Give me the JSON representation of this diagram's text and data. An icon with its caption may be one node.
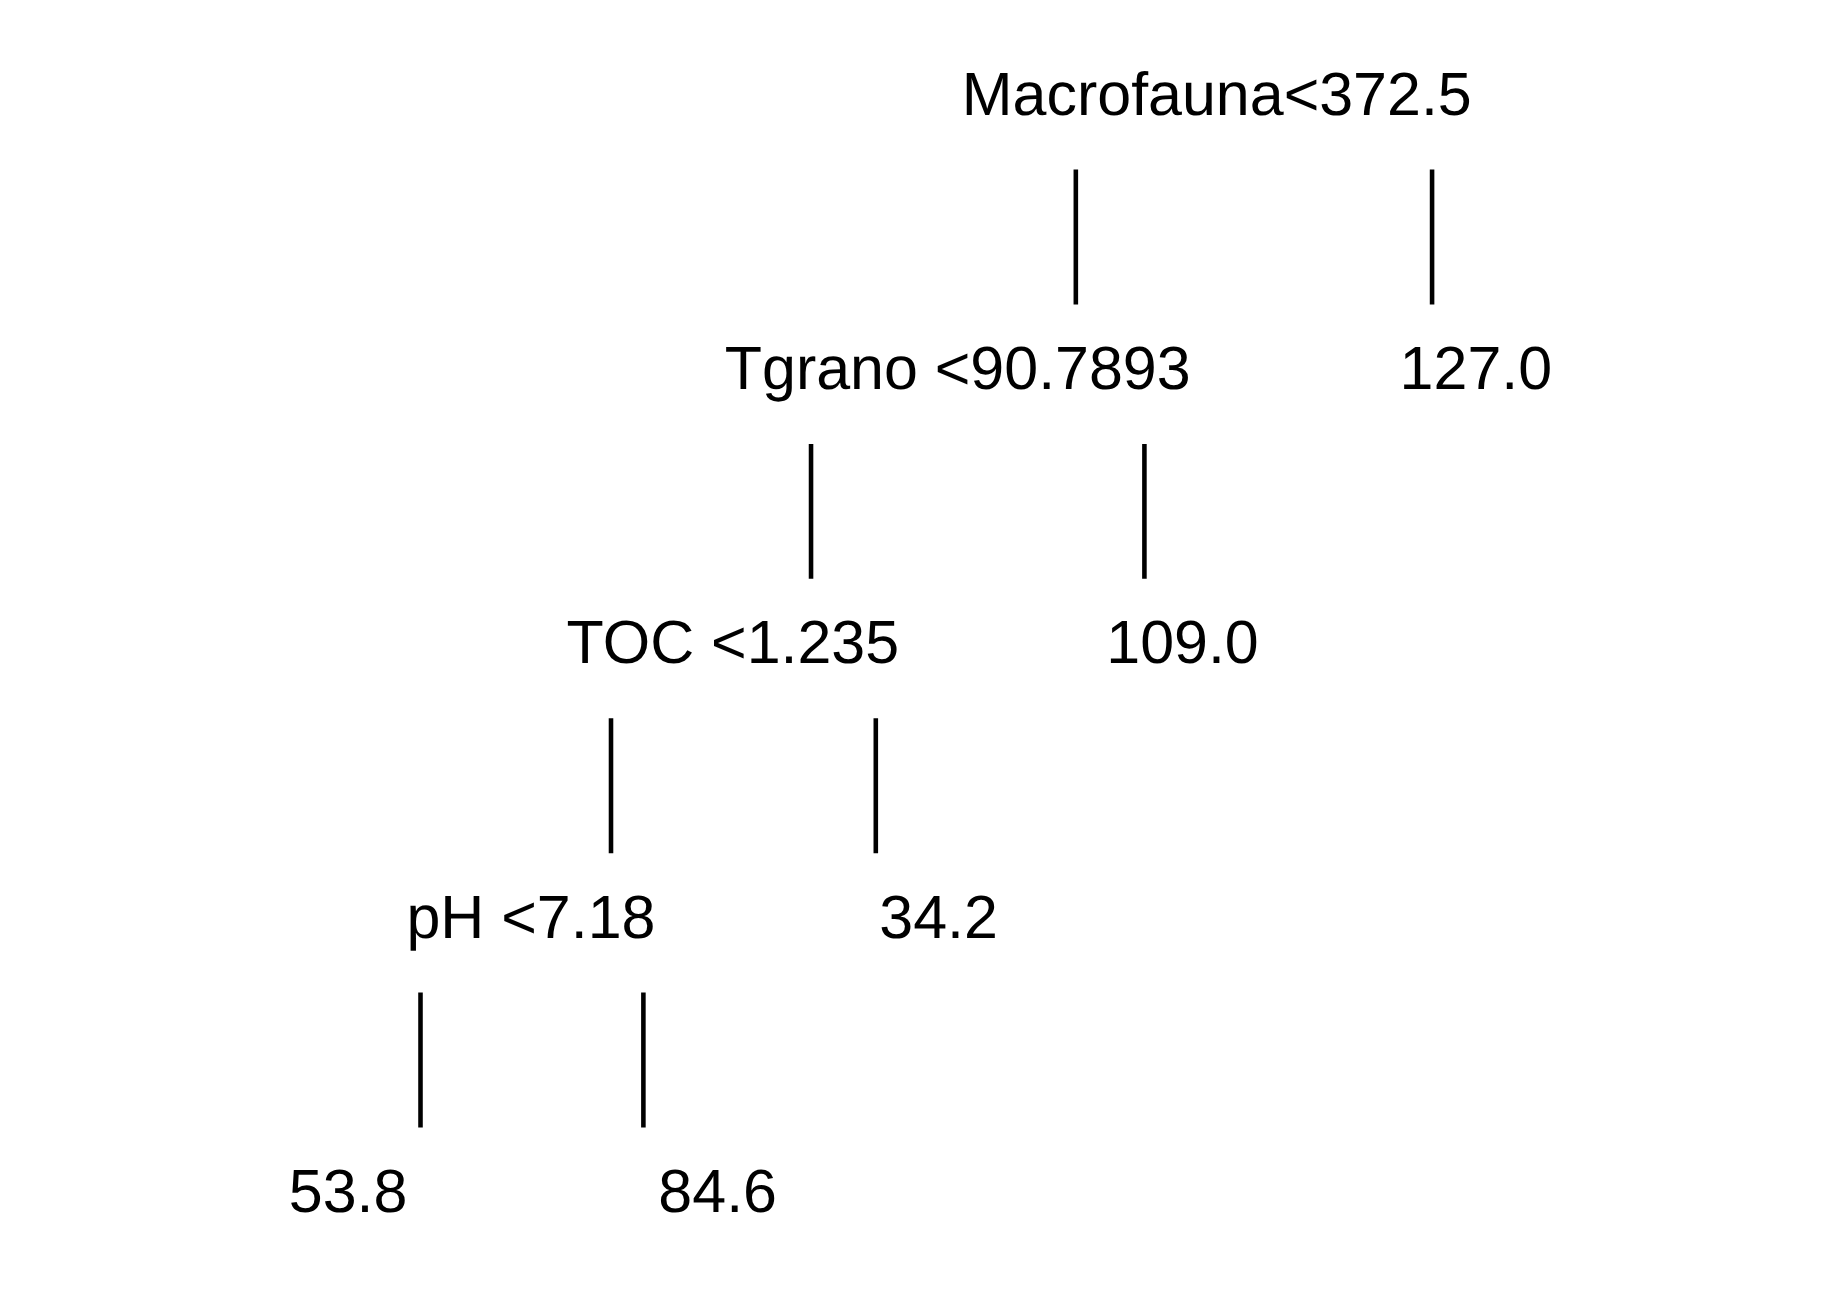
{
  "diagram": {
    "nodes": [
      {
        "text": [
          "Macrofauna<372.5"
        ]
      },
      {
        "text": [
          "Tgrano <90.7893"
        ]
      },
      {
        "text": [
          "127.0"
        ]
      },
      {
        "text": [
          "TOC <1.235"
        ]
      },
      {
        "text": [
          "109.0"
        ]
      },
      {
        "text": [
          "pH <7.18"
        ]
      },
      {
        "text": [
          "34.2"
        ]
      },
      {
        "text": [
          "53.8"
        ]
      },
      {
        "text": [
          "84.6"
        ]
      }
    ],
    "edges": [
      {
        "from": 0,
        "to": 1,
        "arrow": "none"
      },
      {
        "from": 0,
        "to": 2,
        "arrow": "none"
      },
      {
        "from": 1,
        "to": 4,
        "arrow": "none"
      },
      {
        "from": 1,
        "to": 3,
        "arrow": "none"
      },
      {
        "from": 3,
        "to": 5,
        "arrow": "none"
      },
      {
        "from": 3,
        "to": 6,
        "arrow": "none"
      },
      {
        "from": 5,
        "to": 7,
        "arrow": "none"
      },
      {
        "from": 5,
        "to": 8,
        "arrow": "none"
      }
    ]
  }
}
